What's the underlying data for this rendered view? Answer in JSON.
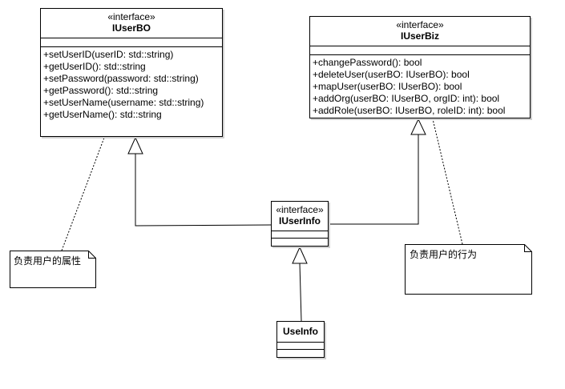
{
  "interfaces": {
    "iuserbo": {
      "stereotype": "«interface»",
      "name": "IUserBO",
      "operations": [
        "+setUserID(userID: std::string)",
        "+getUserID(): std::string",
        "+setPassword(password: std::string)",
        "+getPassword(): std::string",
        "+setUserName(username: std::string)",
        "+getUserName(): std::string"
      ]
    },
    "iuserbiz": {
      "stereotype": "«interface»",
      "name": "IUserBiz",
      "operations": [
        "+changePassword(): bool",
        "+deleteUser(userBO: IUserBO): bool",
        "+mapUser(userBO: IUserBO): bool",
        "+addOrg(userBO: IUserBO, orgID: int): bool",
        "+addRole(userBO: IUserBO, roleID: int): bool"
      ]
    },
    "iuserinfo": {
      "stereotype": "«interface»",
      "name": "IUserInfo"
    }
  },
  "classes": {
    "useinfo": {
      "name": "UseInfo"
    }
  },
  "notes": {
    "attributes": "负责用户的属性",
    "behavior": "负责用户的行为"
  }
}
